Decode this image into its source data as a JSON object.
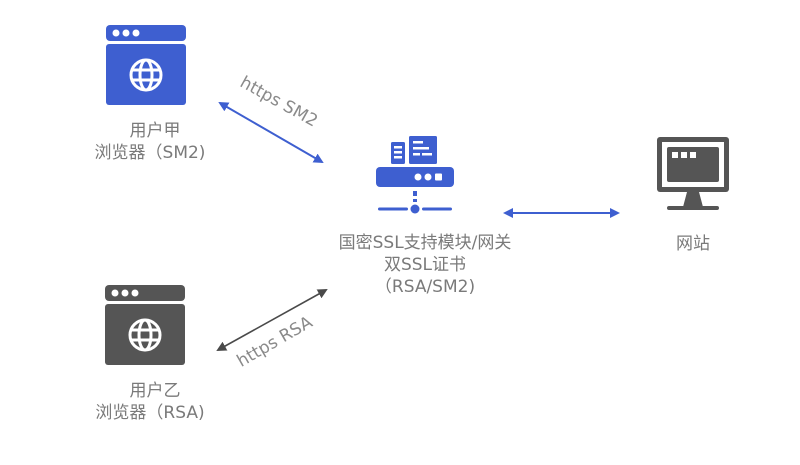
{
  "colors": {
    "blue": "#3e5fd0",
    "dark": "#555555",
    "label_gray": "#7a7a7a",
    "bg": "#ffffff"
  },
  "nodes": {
    "user_a": {
      "icon": "browser-window-globe-icon",
      "line1": "用户甲",
      "line2": "浏览器（SM2)"
    },
    "user_b": {
      "icon": "browser-window-globe-icon",
      "line1": "用户乙",
      "line2": "浏览器（RSA)"
    },
    "gateway": {
      "icon": "server-gateway-icon",
      "line1": "国密SSL支持模块/网关",
      "line2": "双SSL证书",
      "line3": "（RSA/SM2)"
    },
    "website": {
      "icon": "monitor-icon",
      "line1": "网站"
    }
  },
  "links": {
    "a_to_gateway": "https SM2",
    "b_to_gateway": "https RSA"
  }
}
